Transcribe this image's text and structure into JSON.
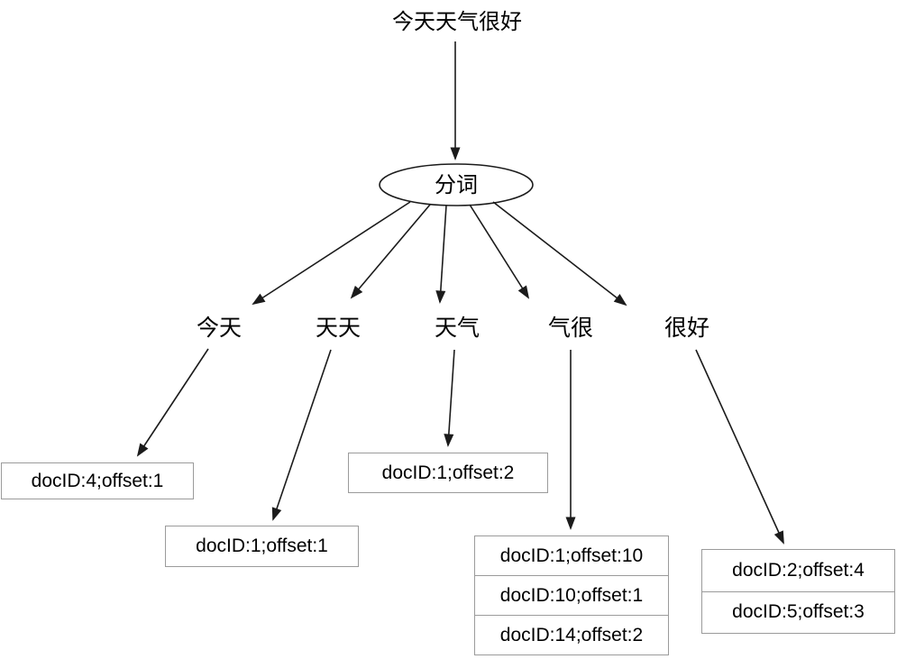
{
  "diagram": {
    "title": "今天天气很好",
    "segmenter_label": "分词",
    "tokens": [
      {
        "label": "今天",
        "postings": [
          "docID:4;offset:1"
        ]
      },
      {
        "label": "天天",
        "postings": [
          "docID:1;offset:1"
        ]
      },
      {
        "label": "天气",
        "postings": [
          "docID:1;offset:2"
        ]
      },
      {
        "label": "气很",
        "postings": [
          "docID:1;offset:10",
          "docID:10;offset:1",
          "docID:14;offset:2"
        ]
      },
      {
        "label": "很好",
        "postings": [
          "docID:2;offset:4",
          "docID:5;offset:3"
        ]
      }
    ],
    "colors": {
      "line": "#1b1b1b",
      "box_border": "#9b9b9b",
      "text": "#000000",
      "background": "#ffffff"
    }
  }
}
